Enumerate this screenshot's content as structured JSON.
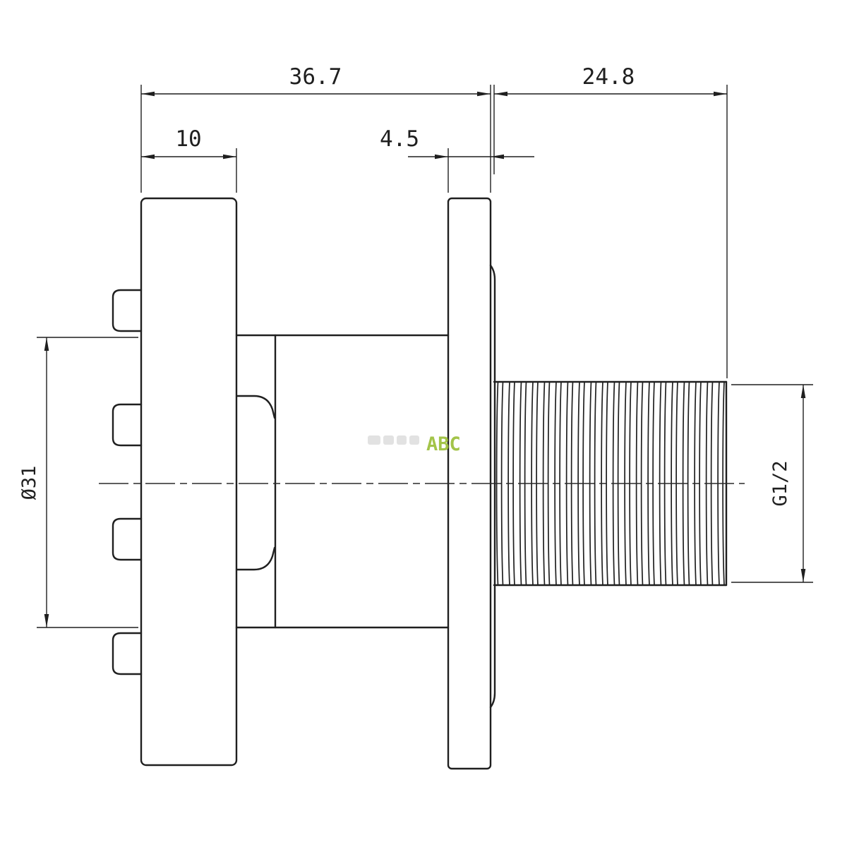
{
  "dimensions": {
    "total_length": "36.7",
    "thread_length": "24.8",
    "knurl_width": "10",
    "flange_thickness": "4.5",
    "body_diameter": "Ø31",
    "thread_spec": "G1/2"
  },
  "watermark": {
    "brand": "ABC",
    "brand_color": "#9cbf3a"
  },
  "line_color": "#1f1f1f"
}
